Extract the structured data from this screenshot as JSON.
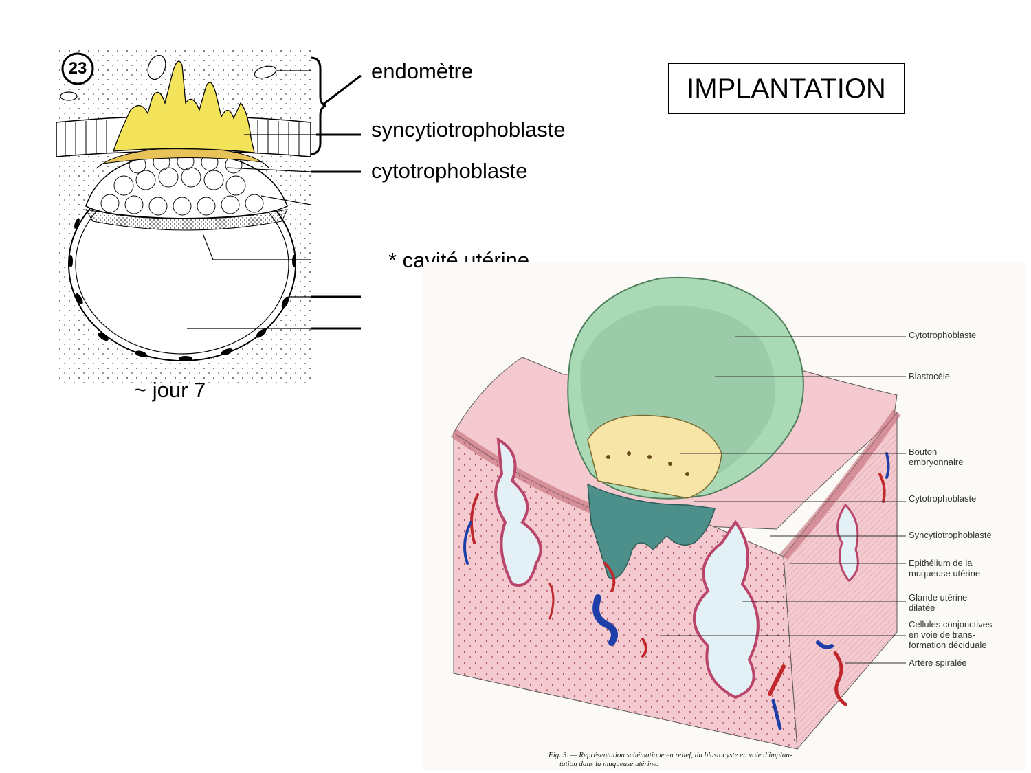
{
  "title": "IMPLANTATION",
  "left_diagram": {
    "badge": "23",
    "day_label": "~ jour 7",
    "labels": {
      "endometre": "endomètre",
      "syncytio": "syncytiotrophoblaste",
      "cyto": "cytotrophoblaste",
      "cavite": "* cavité utérine"
    },
    "colors": {
      "syncytio": "#f2e35a",
      "cyto_band": "#e8c35a"
    }
  },
  "right_figure": {
    "labels": [
      "Cytotrophoblaste",
      "Blastocèle",
      "Bouton\nembryonnaire",
      "Cytotrophoblaste",
      "Syncytiotrophoblaste",
      "Epithélium de la\nmuqueuse utérine",
      "Glande utérine\ndilatée",
      "Cellules conjonctives\nen voie de trans-\nformation déciduale",
      "Artère spiralée"
    ],
    "caption_line1": "Fig. 3. — Représentation schématique en relief, du blastocyste en voie d'implan-",
    "caption_line2": "tation dans la muqueuse utérine.",
    "colors": {
      "tissue": "#f4c9cf",
      "blastocyst": "#a9d9b5",
      "embryo": "#f6e5a6",
      "syncytio": "#4d8f8a",
      "artery_red": "#c0282c",
      "vein_blue": "#1f3fa8"
    }
  }
}
